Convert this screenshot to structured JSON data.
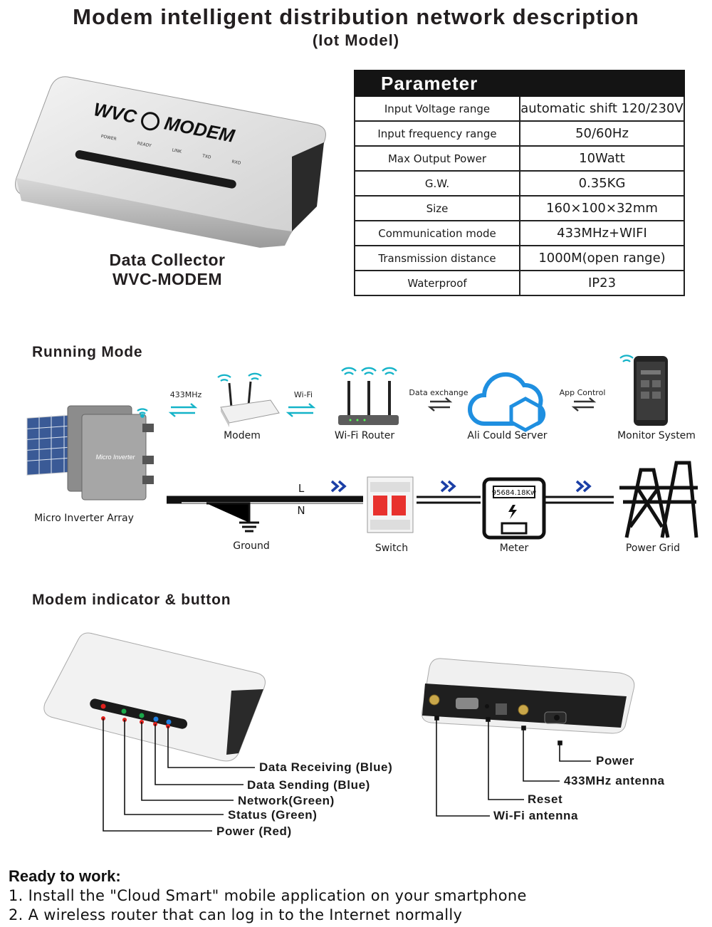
{
  "header": {
    "title": "Modem intelligent distribution network description",
    "subtitle": "(Iot Model)"
  },
  "product": {
    "caption_line1": "Data Collector",
    "caption_line2": "WVC-MODEM",
    "brand": "WVC",
    "model": "MODEM",
    "led_labels": [
      "POWER",
      "READY",
      "LINK",
      "TXD",
      "RXD"
    ]
  },
  "parameters": {
    "heading": "Parameter",
    "rows": [
      {
        "name": "Input Voltage range",
        "value": "automatic shift 120/230V"
      },
      {
        "name": "Input frequency range",
        "value": "50/60Hz"
      },
      {
        "name": "Max Output Power",
        "value": "10Watt"
      },
      {
        "name": "G.W.",
        "value": "0.35KG"
      },
      {
        "name": "Size",
        "value": "160×100×32mm"
      },
      {
        "name": "Communication mode",
        "value": "433MHz+WIFI"
      },
      {
        "name": "Transmission distance",
        "value": "1000M(open range)"
      },
      {
        "name": "Waterproof",
        "value": "IP23"
      }
    ]
  },
  "running_mode": {
    "heading": "Running Mode",
    "links": {
      "l1": "433MHz",
      "l2": "Wi-Fi",
      "l3": "Data exchange",
      "l4": "App Control"
    },
    "nodes": {
      "modem": "Modem",
      "router": "Wi-Fi Router",
      "cloud": "Ali Could Server",
      "monitor": "Monitor System",
      "inverter": "Micro Inverter Array",
      "ground": "Ground",
      "switch": "Switch",
      "meter": "Meter",
      "grid": "Power Grid"
    },
    "line_l": "L",
    "line_n": "N",
    "meter_reading": "95684.18Kw",
    "inverter_text": "Micro Inverter"
  },
  "indicators": {
    "heading": "Modem indicator & button",
    "left_labels": [
      "Data Receiving (Blue)",
      "Data Sending (Blue)",
      "Network(Green)",
      "Status (Green)",
      "Power (Red)"
    ],
    "right_labels": [
      "Power",
      "433MHz antenna",
      "Reset",
      "Wi-Fi antenna"
    ]
  },
  "ready": {
    "title": "Ready to work:",
    "steps": [
      "1. Install the \"Cloud Smart\" mobile application on your smartphone",
      "2. A wireless router that can log in to the Internet normally"
    ]
  },
  "colors": {
    "led_power": "#e0201c",
    "led_status": "#1aa84a",
    "led_data": "#1f7fe0",
    "wifi": "#14b3c8",
    "cloud": "#1f8fe0",
    "arrow": "#1b3fa6",
    "switch_red": "#e8322e"
  }
}
